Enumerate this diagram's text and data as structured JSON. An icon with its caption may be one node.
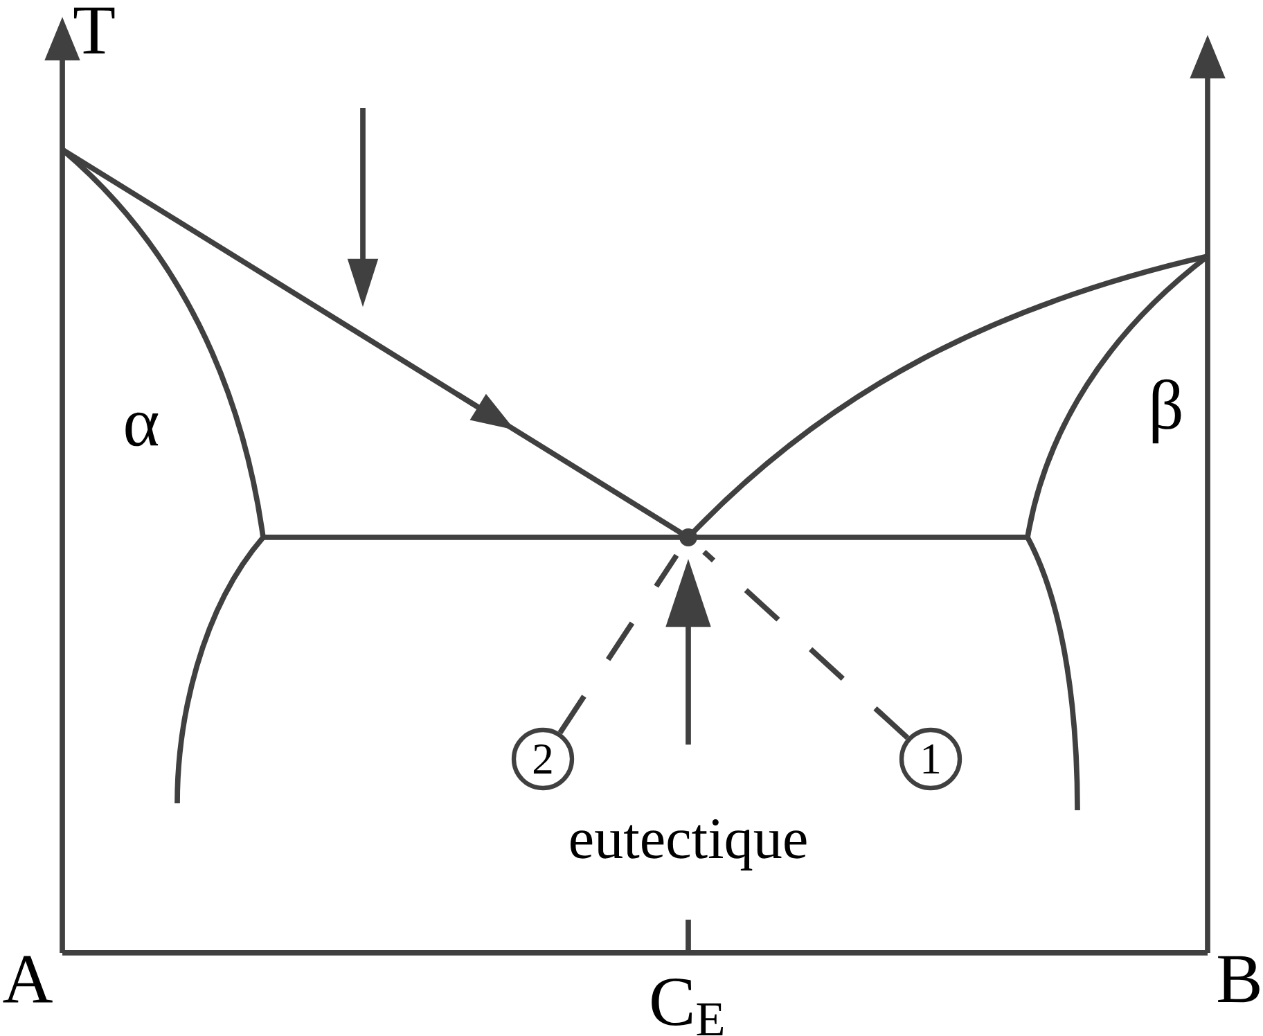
{
  "diagram": {
    "nodes": [
      {
        "text": [],
        "shape": "point"
      },
      {
        "text": [
          "2"
        ]
      },
      {
        "text": [
          "1"
        ]
      },
      {
        "text": [
          "eutectique"
        ]
      }
    ],
    "edges": [
      {
        "from": 1,
        "to": 0,
        "arrow": "none",
        "style": "dashed"
      },
      {
        "from": 2,
        "to": 0,
        "arrow": "none",
        "style": "dashed"
      },
      {
        "from": 3,
        "to": 0,
        "arrow": "to"
      }
    ],
    "labels": [
      "T",
      "α",
      "β",
      "A",
      "B",
      "C$_{E}$"
    ]
  }
}
